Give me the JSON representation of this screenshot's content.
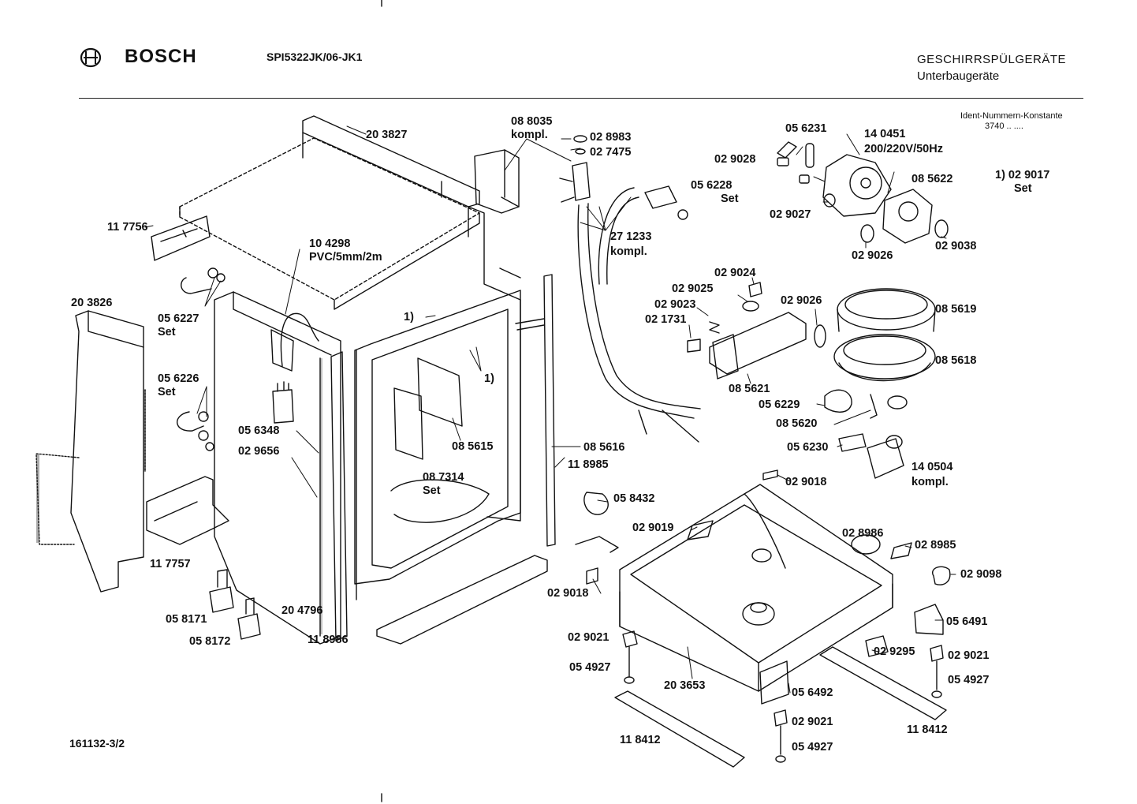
{
  "header": {
    "brand": "BOSCH",
    "model": "SPI5322JK/06-JK1",
    "category": "GESCHIRRSPÜLGERÄTE",
    "subcategory": "Unterbaugeräte",
    "ident_title": "Ident-Nummern-Konstante",
    "ident_value": "3740 .. ...."
  },
  "footer": {
    "drawing_number": "161132-3/2"
  },
  "labels": {
    "l203827": "20 3827",
    "l117756": "11 7756",
    "l104298": "10 4298",
    "l104298b": "PVC/5mm/2m",
    "l203826": "20 3826",
    "l056227": "05 6227",
    "l056227b": "Set",
    "l056226": "05 6226",
    "l056226b": "Set",
    "l056348": "05 6348",
    "l029656": "02 9656",
    "l117757": "11 7757",
    "l058171": "05 8171",
    "l058172": "05 8172",
    "l204796": "20 4796",
    "l118986": "11 8986",
    "l1a": "1)",
    "l1b": "1)",
    "l085615": "08 5615",
    "l087314": "08 7314",
    "l087314b": "Set",
    "l085616": "08 5616",
    "l118985": "11 8985",
    "l088035": "08 8035",
    "l088035b": "kompl.",
    "l028983": "02 8983",
    "l027475": "02 7475",
    "l271233": "27 1233",
    "l271233b": "kompl.",
    "l056231": "05 6231",
    "l140451": "14 0451",
    "l140451b": "200/220V/50Hz",
    "l029028": "02 9028",
    "l056228": "05 6228",
    "l056228b": "Set",
    "l085622": "08 5622",
    "l029017": "1) 02 9017",
    "l029017b": "Set",
    "l029027": "02 9027",
    "l029026a": "02 9026",
    "l029038": "02 9038",
    "l029024": "02 9024",
    "l029025": "02 9025",
    "l029023": "02 9023",
    "l021731": "02 1731",
    "l029026b": "02 9026",
    "l085619": "08 5619",
    "l085618": "08 5618",
    "l085621": "08 5621",
    "l056229": "05 6229",
    "l085620": "08 5620",
    "l056230": "05 6230",
    "l140504": "14 0504",
    "l140504b": "kompl.",
    "l029018a": "02 9018",
    "l058432": "05 8432",
    "l029019": "02 9019",
    "l028986": "02 8986",
    "l028985": "02 8985",
    "l029098": "02 9098",
    "l029018b": "02 9018",
    "l056491": "05 6491",
    "l029021a": "02 9021",
    "l054927a": "05 4927",
    "l029295": "02 9295",
    "l029021b": "02 9021",
    "l054927b": "05 4927",
    "l203653": "20 3653",
    "l056492": "05 6492",
    "l029021c": "02 9021",
    "l054927c": "05 4927",
    "l118412a": "11 8412",
    "l118412b": "11 8412"
  },
  "icons": {
    "logo": "bosch-armature-logo"
  }
}
